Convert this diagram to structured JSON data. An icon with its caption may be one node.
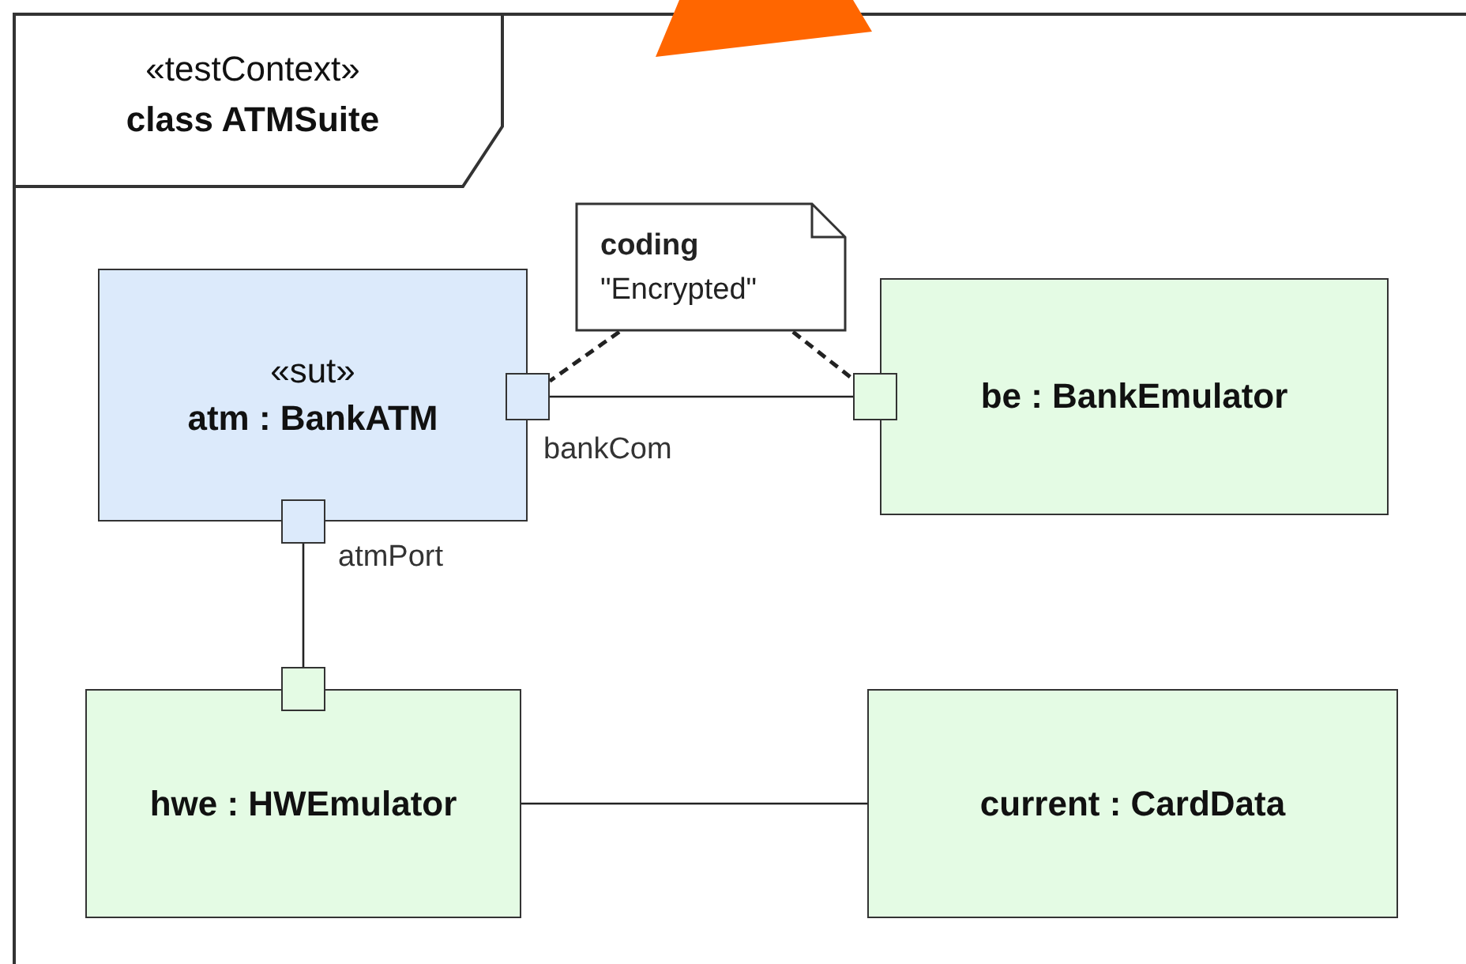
{
  "diagram": {
    "nodes": [
      {
        "text": [
          "«testContext»",
          "class ATMSuite"
        ]
      },
      {
        "text": [
          "coding",
          "\"Encrypted\""
        ],
        "in": 0
      },
      {
        "text": [
          "«sut»",
          "atm : BankATM"
        ],
        "in": 0
      },
      {
        "text": [],
        "shape": "box",
        "beside": [
          "bankCom"
        ],
        "in": 0
      },
      {
        "text": [],
        "shape": "box",
        "in": 0
      },
      {
        "text": [
          "be : BankEmulator"
        ],
        "in": 0
      },
      {
        "text": [],
        "shape": "box",
        "beside": [
          "atmPort"
        ],
        "in": 0
      },
      {
        "text": [],
        "shape": "box",
        "in": 0
      },
      {
        "text": [
          "hwe : HWEmulator"
        ],
        "in": 0
      },
      {
        "text": [
          "current : CardData"
        ],
        "in": 0
      },
      {
        "text": [],
        "shape": "triangle"
      }
    ],
    "edges": [
      {
        "from": 3,
        "to": 4,
        "arrow": "none"
      },
      {
        "from": 1,
        "to": 3,
        "arrow": "none",
        "style": "dashed"
      },
      {
        "from": 1,
        "to": 4,
        "arrow": "none",
        "style": "dashed"
      },
      {
        "from": 6,
        "to": 7,
        "arrow": "none"
      },
      {
        "from": 8,
        "to": 9,
        "arrow": "none"
      }
    ]
  }
}
